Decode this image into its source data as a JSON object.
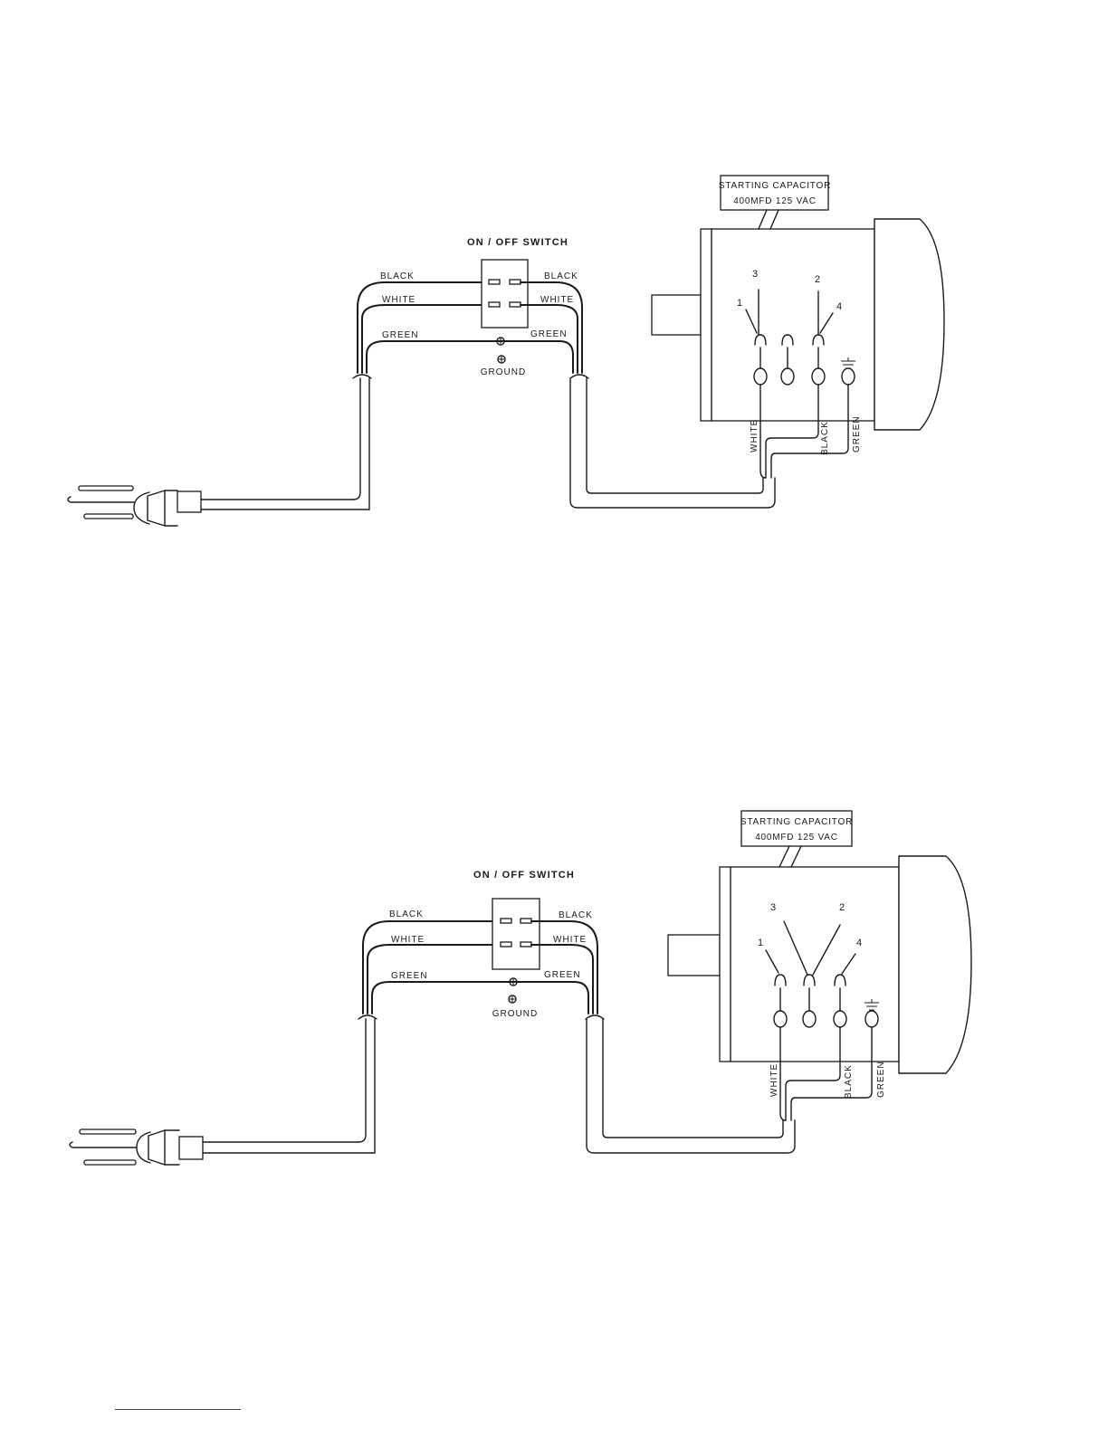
{
  "diagrams": [
    {
      "switch_title": "ON / OFF SWITCH",
      "capacitor": {
        "line1": "STARTING CAPACITOR",
        "line2": "400MFD 125 VAC"
      },
      "left_wires": [
        "BLACK",
        "WHITE",
        "GREEN"
      ],
      "right_wires": [
        "BLACK",
        "WHITE",
        "GREEN"
      ],
      "ground_label": "GROUND",
      "terminal_numbers": [
        "1",
        "2",
        "3",
        "4"
      ],
      "motor_leads": [
        "WHITE",
        "BLACK",
        "GREEN"
      ]
    },
    {
      "switch_title": "ON / OFF SWITCH",
      "capacitor": {
        "line1": "STARTING CAPACITOR",
        "line2": "400MFD 125 VAC"
      },
      "left_wires": [
        "BLACK",
        "WHITE",
        "GREEN"
      ],
      "right_wires": [
        "BLACK",
        "WHITE",
        "GREEN"
      ],
      "ground_label": "GROUND",
      "terminal_numbers": [
        "1",
        "2",
        "3",
        "4"
      ],
      "motor_leads": [
        "WHITE",
        "BLACK",
        "GREEN"
      ]
    }
  ],
  "colors": {
    "line": "#1a1a1a",
    "footer_rule": "#1c3fb8"
  }
}
